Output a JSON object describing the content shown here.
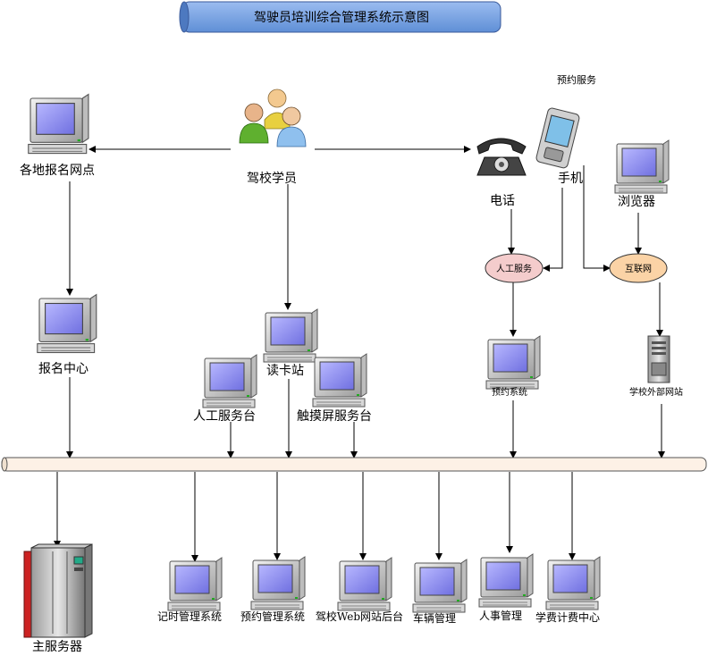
{
  "title": "驾驶员培训综合管理系统示意图",
  "labels": {
    "student": "驾校学员",
    "reg_points": "各地报名网点",
    "reg_center": "报名中心",
    "card_station": "读卡站",
    "manual_desk": "人工服务台",
    "touch_desk": "触摸屏服务台",
    "booking_service": "预约服务",
    "phone": "电话",
    "mobile": "手机",
    "browser": "浏览器",
    "manual_service": "人工服务",
    "internet": "互联网",
    "booking_system": "预约系统",
    "external_site": "学校外部网站",
    "main_server": "主服务器",
    "timing_system": "记时管理系统",
    "booking_mgmt": "预约管理系统",
    "web_backend": "驾校Web网站后台",
    "vehicle_mgmt": "车辆管理",
    "hr_mgmt": "人事管理",
    "fee_center": "学费计费中心"
  },
  "colors": {
    "title_fill": "#7fa7e0",
    "bus_fill": "#fdf1e6",
    "manual_service_fill": "#f4cccc",
    "internet_fill": "#fbd3a6",
    "screen": "#8f8ff0",
    "server_red": "#cc2222"
  }
}
